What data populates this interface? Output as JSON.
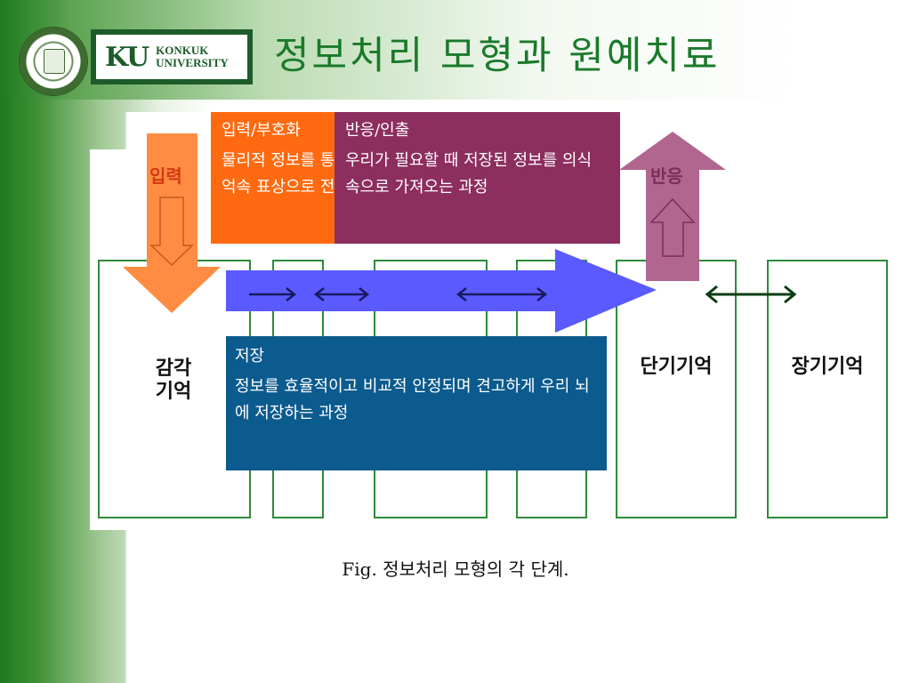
{
  "title": "정보처리 모형과 원예치료",
  "logo": {
    "mark": "KU",
    "line1": "KONKUK",
    "line2": "UNIVERSITY"
  },
  "labels": {
    "input": "입력",
    "response": "반응"
  },
  "stages": [
    "감각\n기억",
    "단기기억",
    "장기기억"
  ],
  "boxes": {
    "encoding": {
      "heading": "입력/부호화",
      "body": "물리적 정보를 통해 기억속 표상으로 전"
    },
    "retrieval": {
      "heading": "반응/인출",
      "body": "우리가 필요할 때 저장된 정보를 의식 속으로 가져오는 과정"
    },
    "storage": {
      "heading": "저장",
      "body": "정보를 효율적이고 비교적 안정되며 견고하게 우리 뇌에 저장하는 과정"
    }
  },
  "caption": "Fig. 정보처리 모형의 각 단계.",
  "colors": {
    "title": "#1a7a2a",
    "stage_border": "#2e8b3a",
    "input_arrow": "#ff8c42",
    "response_arrow": "#b0668e",
    "flow_arrow": "#5a5aff",
    "encoding_box": "#ff6a10",
    "retrieval_box": "#8c2e5e",
    "storage_box": "#0c5b8e"
  }
}
